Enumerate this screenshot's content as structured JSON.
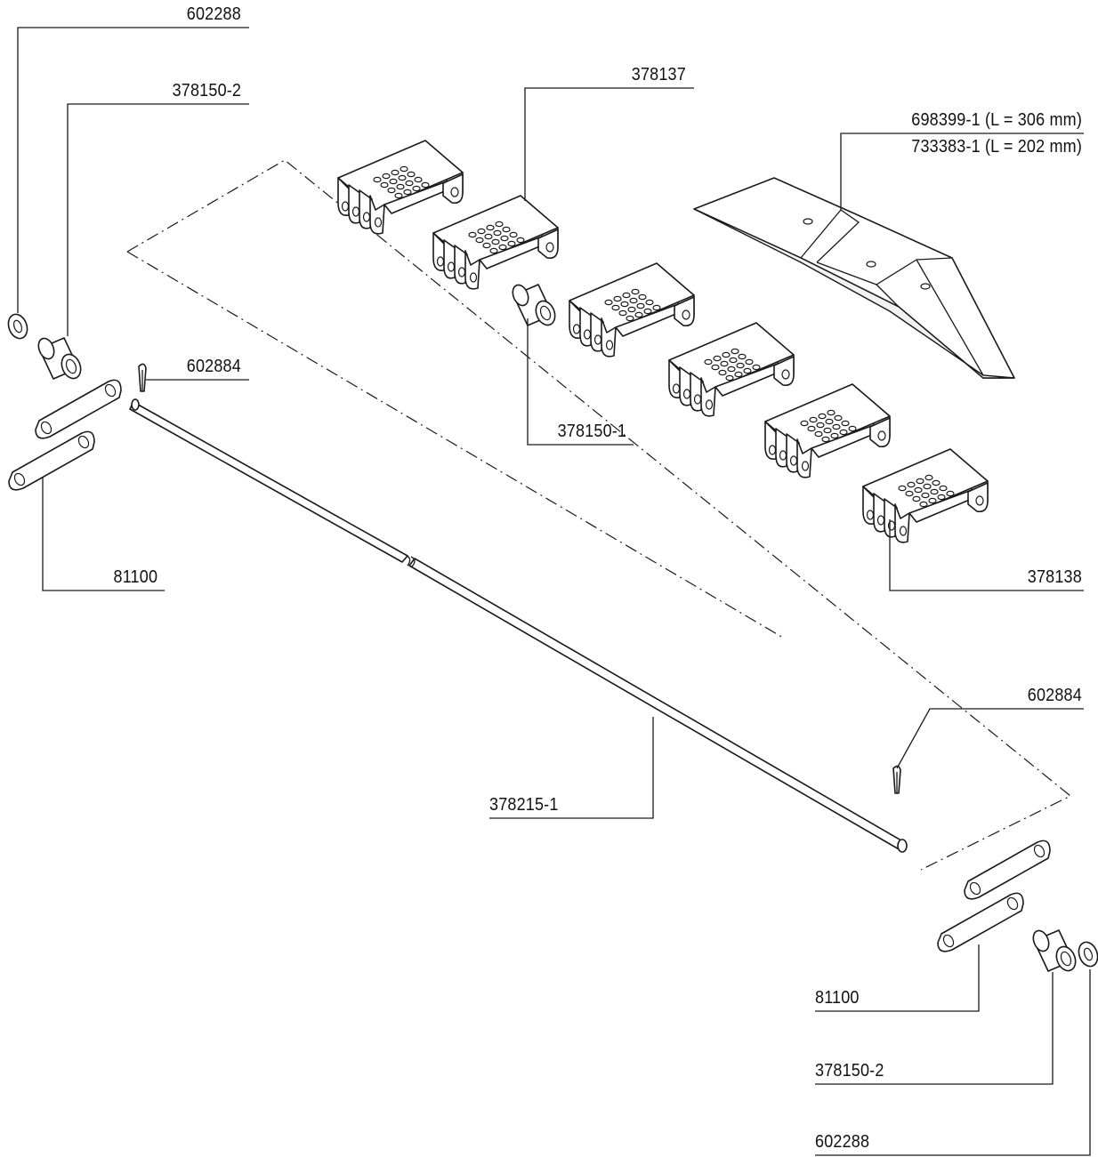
{
  "callouts": {
    "washer_top": "602288",
    "spacer_top": "378150-2",
    "link_top": "378137",
    "ramp_long": "698399-1  (L = 306 mm)",
    "ramp_short": "733383-1  (L = 202 mm)",
    "cotter_left": "602884",
    "spacer_mid": "378150-1",
    "plates_left": "81100",
    "link_bottom": "378138",
    "cotter_right": "602884",
    "rod": "378215-1",
    "plates_right": "81100",
    "spacer_bottom": "378150-2",
    "washer_bottom": "602288"
  },
  "colors": {
    "line": "#1a1a1a",
    "background": "#ffffff"
  }
}
